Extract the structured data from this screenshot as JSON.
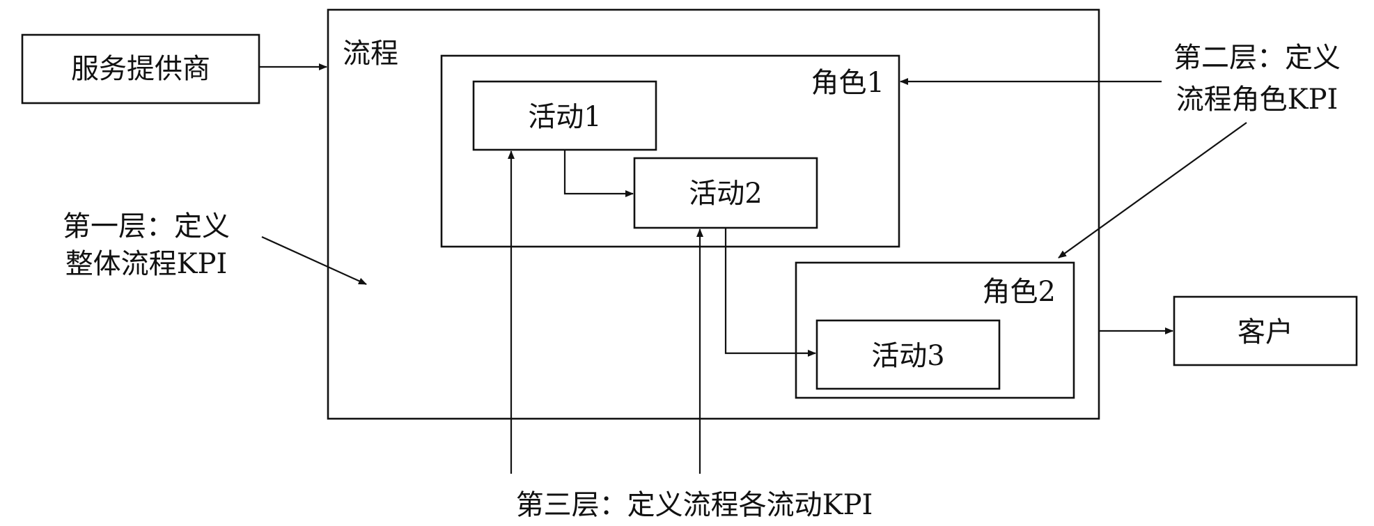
{
  "diagram": {
    "process_label": "流程",
    "service_provider": "服务提供商",
    "customer": "客户",
    "role1": "角色1",
    "role2": "角色2",
    "activity1": "活动1",
    "activity2": "活动2",
    "activity3": "活动3",
    "layer1_line1": "第一层：定义",
    "layer1_line2": "整体流程KPI",
    "layer2_line1": "第二层：定义",
    "layer2_line2": "流程角色KPI",
    "layer3": "第三层：定义流程各流动KPI"
  }
}
